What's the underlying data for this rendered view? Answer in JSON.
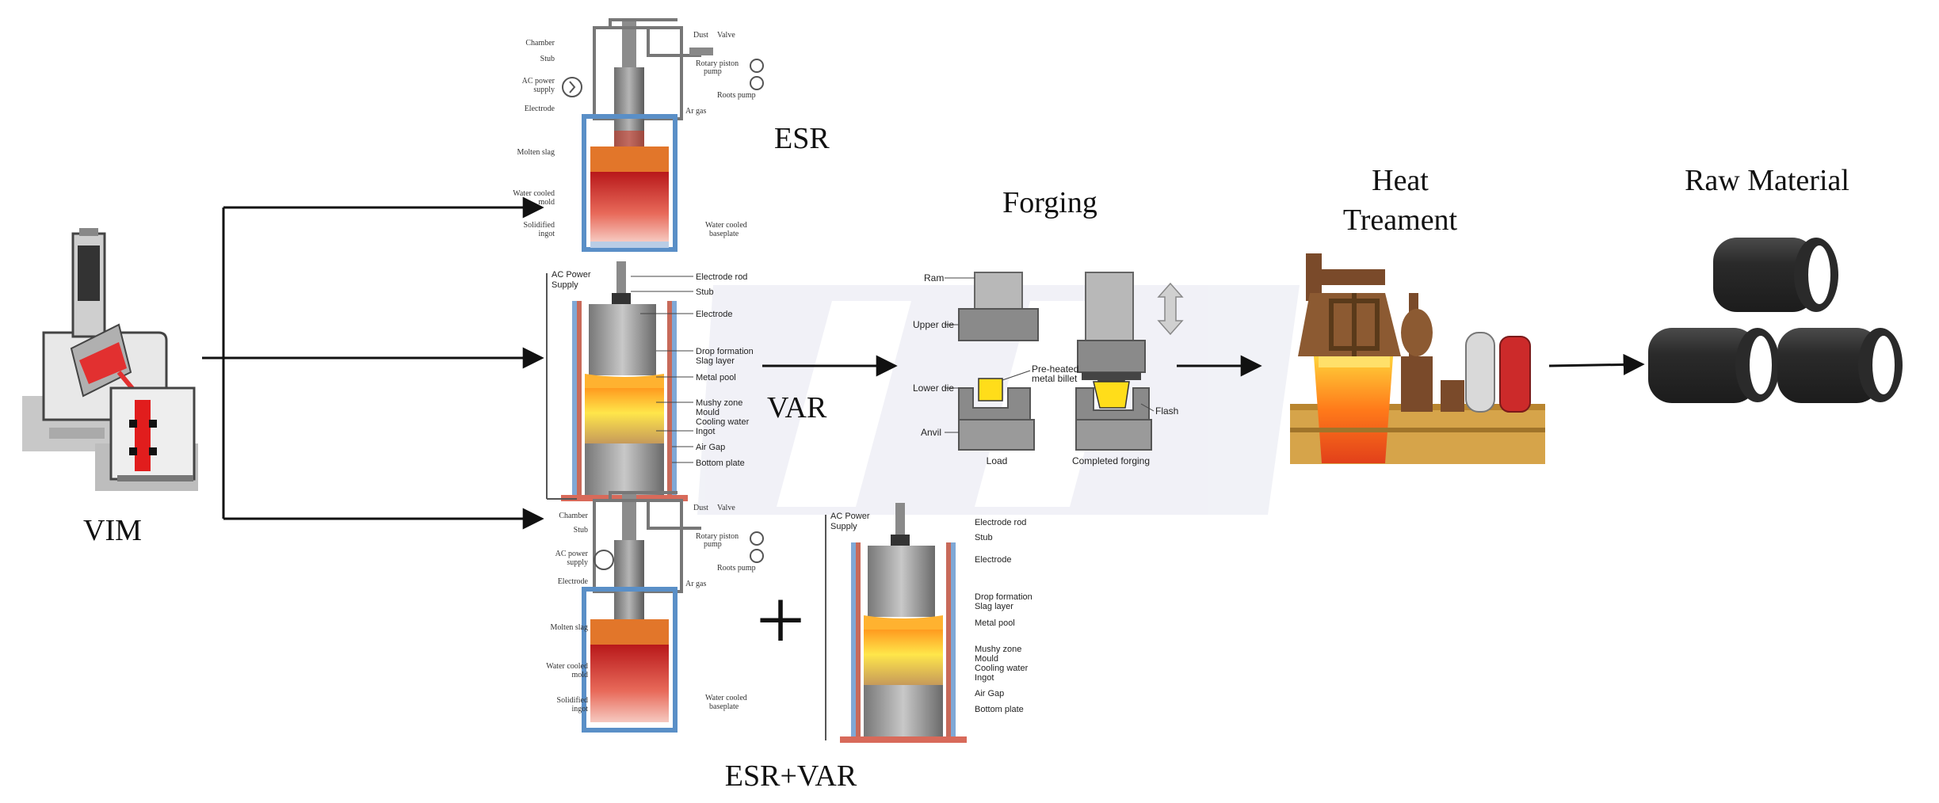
{
  "stages": {
    "vim": "VIM",
    "esr": "ESR",
    "var": "VAR",
    "esr_var": "ESR+VAR",
    "forging": "Forging",
    "heat_line1": "Heat",
    "heat_line2": "Treament",
    "raw_material": "Raw Material"
  },
  "esr_labels": {
    "chamber": "Chamber",
    "stub": "Stub",
    "ac_power_1": "AC power",
    "ac_power_2": "supply",
    "electrode": "Electrode",
    "molten_slag": "Molten slag",
    "water_mold_1": "Water cooled",
    "water_mold_2": "mold",
    "solid_1": "Solidified",
    "solid_2": "ingot",
    "dust": "Dust",
    "valve": "Valve",
    "rotary_1": "Rotary piston",
    "rotary_2": "pump",
    "roots": "Roots pump",
    "ar_gas": "Ar gas",
    "baseplate_1": "Water cooled",
    "baseplate_2": "baseplate"
  },
  "var_labels": {
    "ac_power_1": "AC Power",
    "ac_power_2": "Supply",
    "electrode_rod": "Electrode rod",
    "stub": "Stub",
    "electrode": "Electrode",
    "drop_formation": "Drop formation",
    "slag_layer": "Slag layer",
    "metal_pool": "Metal pool",
    "mushy_zone": "Mushy zone",
    "mould": "Mould",
    "cooling_water": "Cooling water",
    "ingot": "Ingot",
    "air_gap": "Air Gap",
    "bottom_plate": "Bottom plate"
  },
  "forging_labels": {
    "ram": "Ram",
    "upper_die": "Upper die",
    "lower_die": "Lower die",
    "anvil": "Anvil",
    "preheated_1": "Pre-heated",
    "preheated_2": "metal billet",
    "flash": "Flash",
    "load": "Load",
    "completed": "Completed forging"
  },
  "plus_sign": "+",
  "colors": {
    "arrow": "#111111",
    "slag": "#e2762a",
    "molten": "#c8201d",
    "metal_pool": "#ffd21a",
    "mold_blue": "#5a8fc7",
    "die_gray": "#8a8a8a",
    "furnace_brown": "#7a4a2a",
    "furnace_tan": "#d6a44a",
    "cylinder": "#2d2d2d"
  }
}
